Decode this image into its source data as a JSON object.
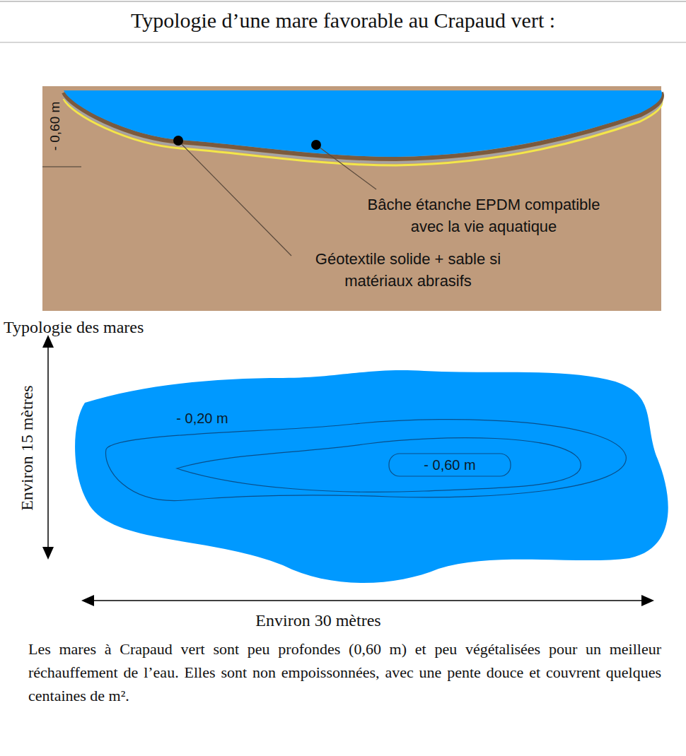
{
  "diagram": {
    "title": "Typologie d’une mare favorable au Crapaud vert :",
    "caption": "Les mares à Crapaud vert sont peu profondes (0,60 m) et peu végétalisées pour un meilleur réchauffement de l’eau. Elles sont non empoissonnées, avec une pente douce et couvrent quelques centaines de m².",
    "labels": [
      "- 0,60 m",
      "Bâche étanche EPDM compatible avec la vie aquatique",
      "Géotextile solide + sable si matériaux abrasifs",
      "Typologie des mares",
      "- 0,20 m",
      "- 0,60 m",
      "Environ 15 mètres",
      "Environ 30 mètres"
    ]
  }
}
